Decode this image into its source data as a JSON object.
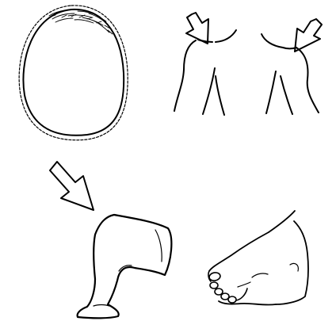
{
  "figure": {
    "background": "#ffffff",
    "line_color": "#000000",
    "panels": [
      {
        "key": "head",
        "icon": "head-outline-icon"
      },
      {
        "key": "shoulders",
        "icon": "shoulders-with-arrows-icon"
      },
      {
        "key": "knee",
        "icon": "leg-knee-with-arrow-icon"
      },
      {
        "key": "foot",
        "icon": "foot-icon"
      }
    ]
  }
}
